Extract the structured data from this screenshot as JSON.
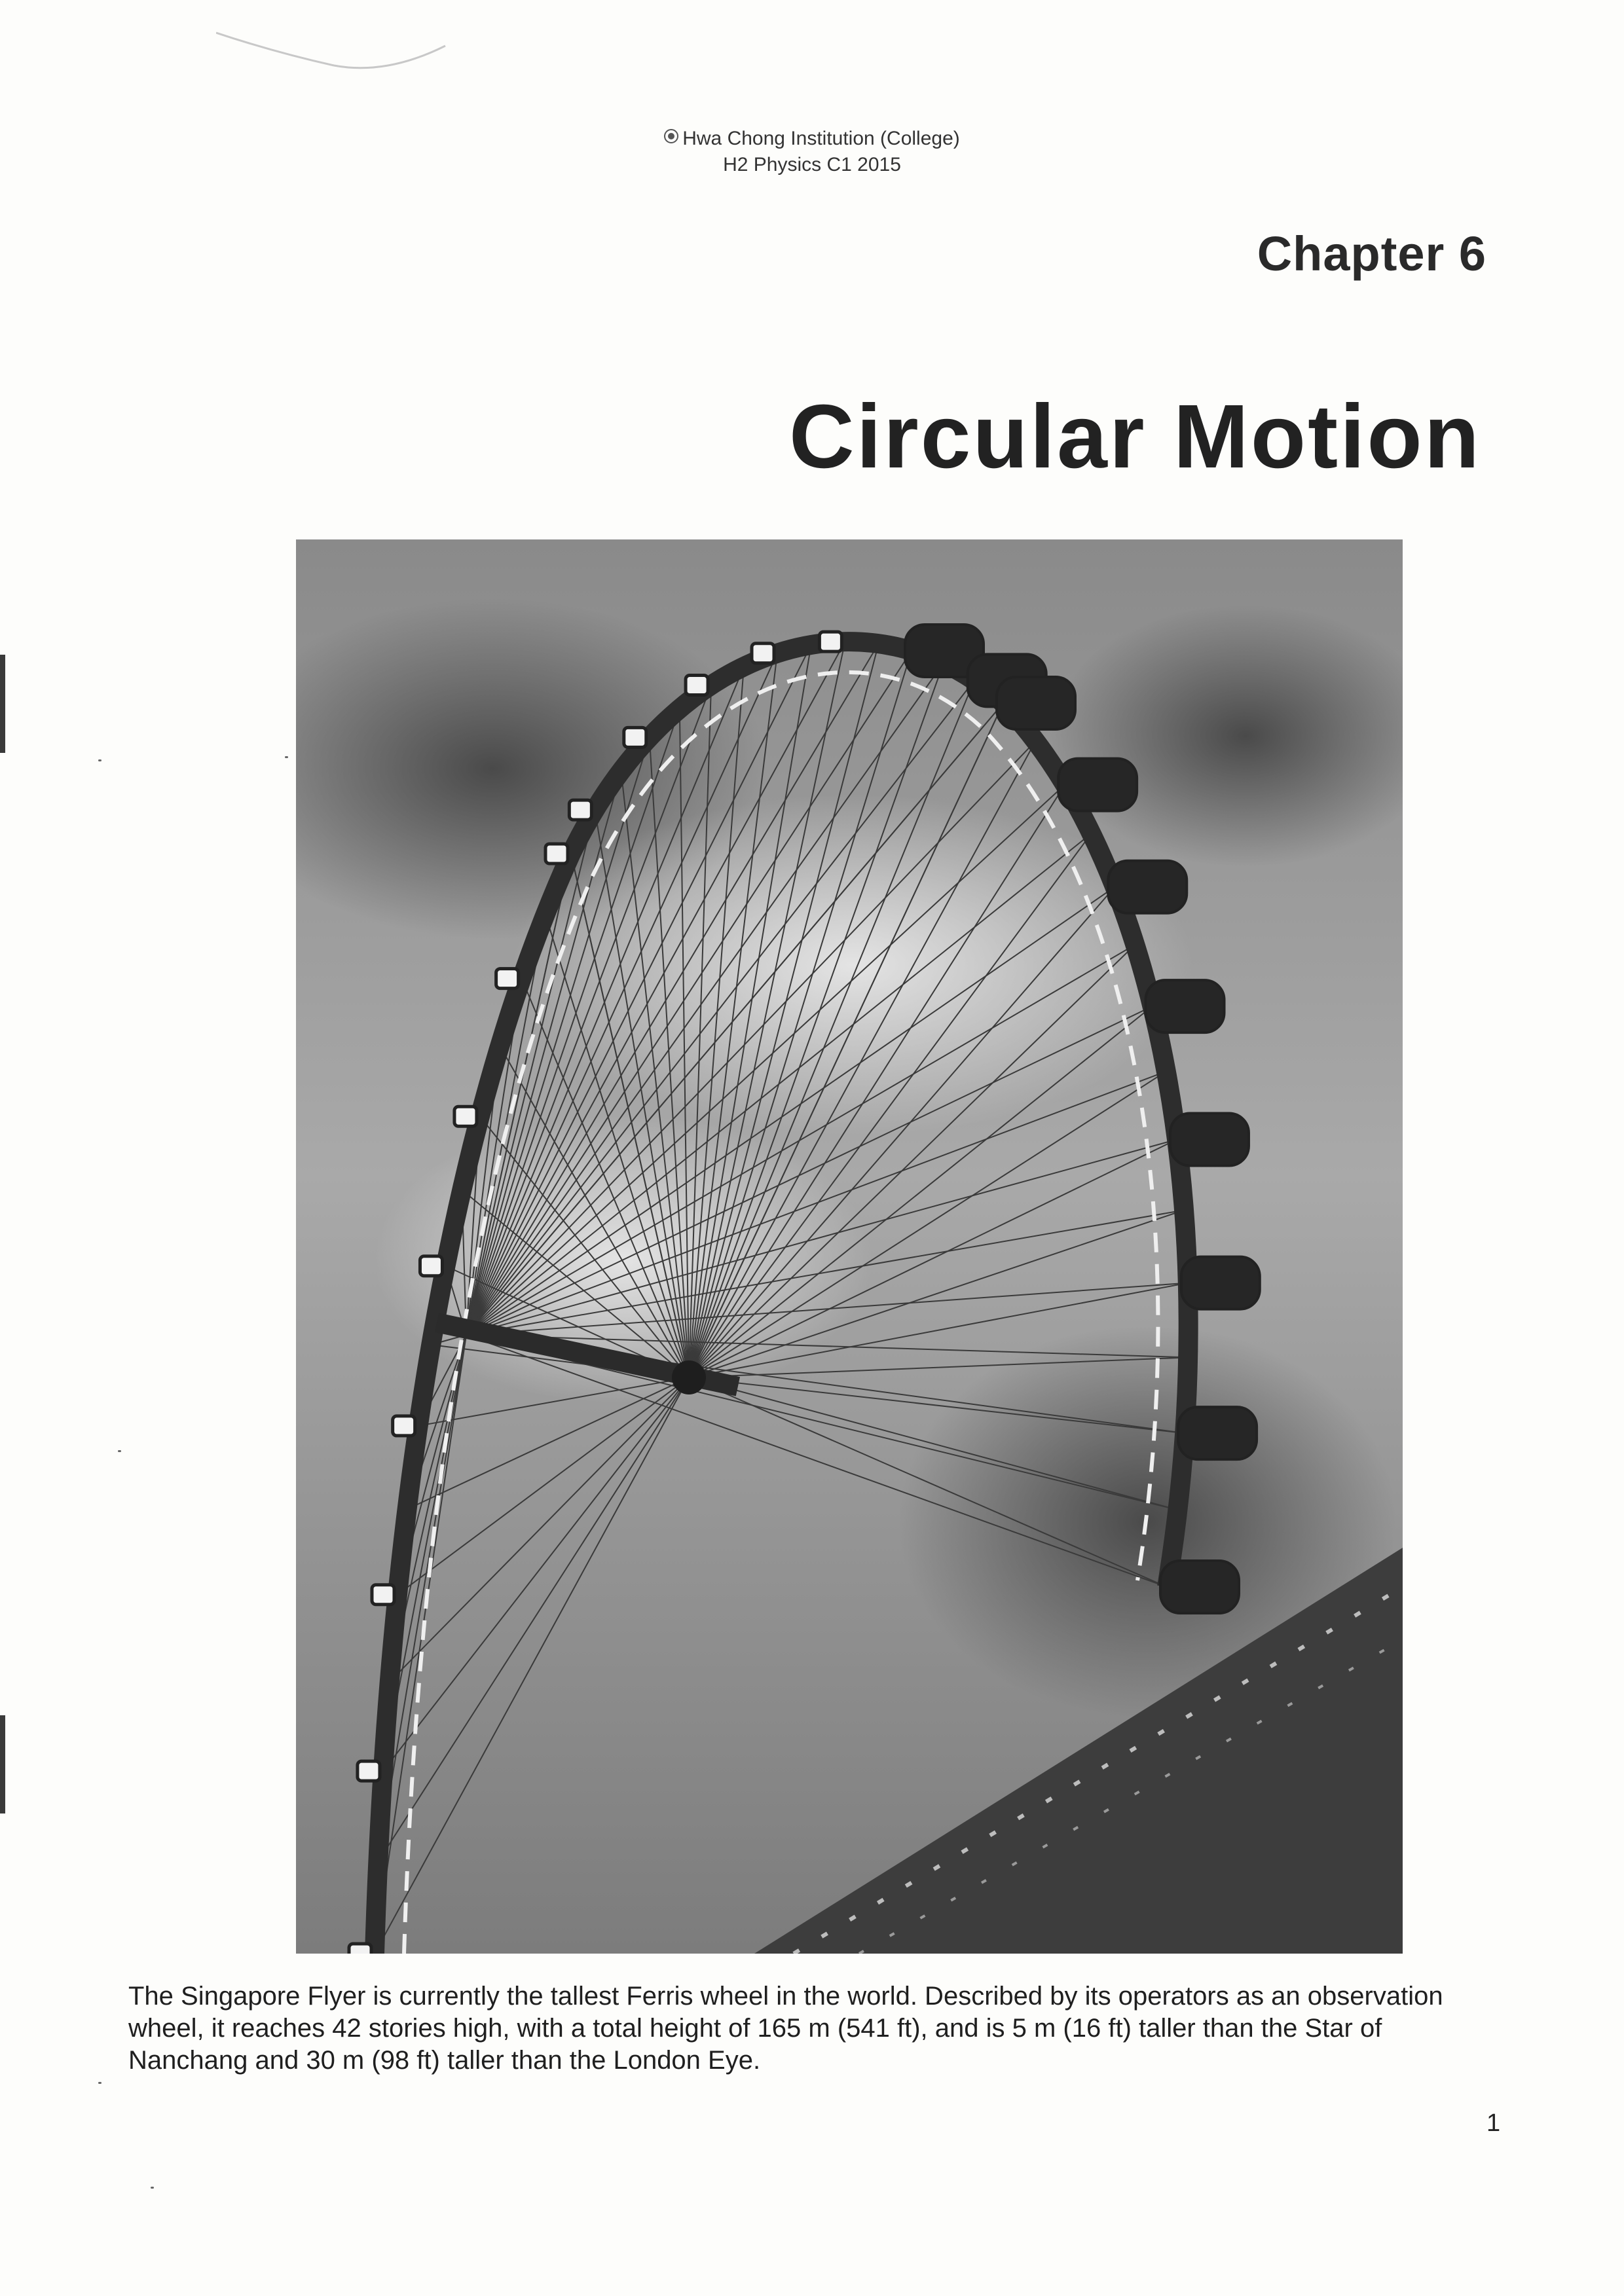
{
  "header": {
    "institution": "Hwa Chong Institution (College)",
    "course": "H2 Physics C1 2015"
  },
  "chapter_label": "Chapter 6",
  "title": "Circular Motion",
  "figure": {
    "icon": "ferris-wheel-photo"
  },
  "caption": "The Singapore Flyer is currently the tallest Ferris wheel in the world. Described by its operators as an observation wheel, it reaches 42 stories high, with a total height of 165 m (541 ft), and is 5 m (16 ft) taller than the Star of Nanchang and 30 m (98 ft) taller than the London Eye.",
  "page_number": "1"
}
